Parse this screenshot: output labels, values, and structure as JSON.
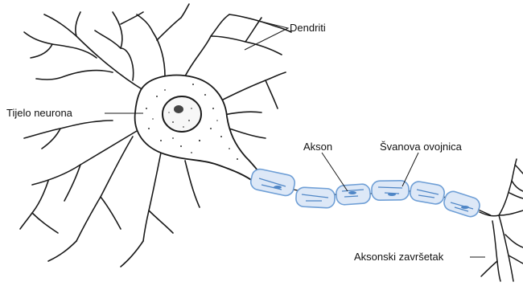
{
  "labels": {
    "dendrites": "Dendriti",
    "cell_body": "Tijelo neurona",
    "axon": "Akson",
    "schwann_sheath": "Švanova ovojnica",
    "axon_terminal": "Aksonski završetak"
  },
  "colors": {
    "ink": "#1a1a1a",
    "myelin_fill": "#dde8f7",
    "myelin_stroke": "#6f9fd6",
    "myelin_shade": "#4f86c6"
  }
}
